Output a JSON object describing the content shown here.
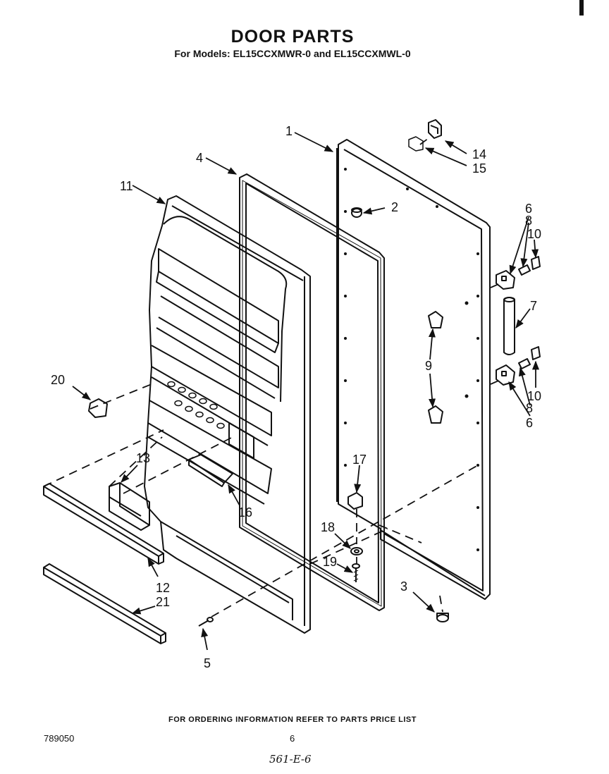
{
  "header": {
    "title": "DOOR PARTS",
    "subtitle": "For Models: EL15CCXMWR-0 and EL15CCXMWL-0"
  },
  "callouts": [
    {
      "id": "c1",
      "label": "1"
    },
    {
      "id": "c2",
      "label": "2"
    },
    {
      "id": "c3",
      "label": "3"
    },
    {
      "id": "c4",
      "label": "4"
    },
    {
      "id": "c5",
      "label": "5"
    },
    {
      "id": "c6a",
      "label": "6"
    },
    {
      "id": "c6b",
      "label": "6"
    },
    {
      "id": "c7",
      "label": "7"
    },
    {
      "id": "c8a",
      "label": "8"
    },
    {
      "id": "c8b",
      "label": "8"
    },
    {
      "id": "c9",
      "label": "9"
    },
    {
      "id": "c10a",
      "label": "10"
    },
    {
      "id": "c10b",
      "label": "10"
    },
    {
      "id": "c11",
      "label": "11"
    },
    {
      "id": "c12",
      "label": "12"
    },
    {
      "id": "c13",
      "label": "13"
    },
    {
      "id": "c14",
      "label": "14"
    },
    {
      "id": "c15",
      "label": "15"
    },
    {
      "id": "c16",
      "label": "16"
    },
    {
      "id": "c17",
      "label": "17"
    },
    {
      "id": "c18",
      "label": "18"
    },
    {
      "id": "c19",
      "label": "19"
    },
    {
      "id": "c20",
      "label": "20"
    },
    {
      "id": "c21",
      "label": "21"
    }
  ],
  "footer": {
    "ordering_note": "FOR ORDERING INFORMATION REFER TO PARTS PRICE LIST",
    "doc_number": "789050",
    "page_number": "6",
    "handwritten_note": "561-E-6"
  }
}
